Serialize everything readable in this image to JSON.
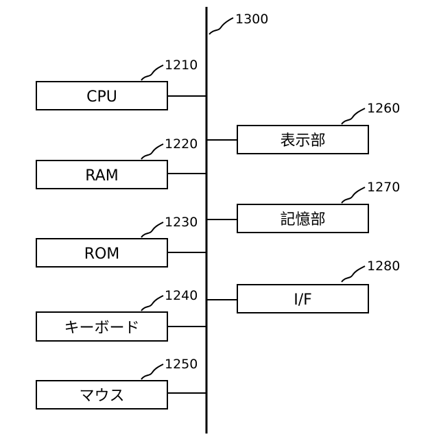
{
  "bus": {
    "ref": "1300"
  },
  "left_blocks": [
    {
      "ref": "1210",
      "label": "CPU"
    },
    {
      "ref": "1220",
      "label": "RAM"
    },
    {
      "ref": "1230",
      "label": "ROM"
    },
    {
      "ref": "1240",
      "label": "キーボード"
    },
    {
      "ref": "1250",
      "label": "マウス"
    }
  ],
  "right_blocks": [
    {
      "ref": "1260",
      "label": "表示部"
    },
    {
      "ref": "1270",
      "label": "記憶部"
    },
    {
      "ref": "1280",
      "label": "I/F"
    }
  ]
}
